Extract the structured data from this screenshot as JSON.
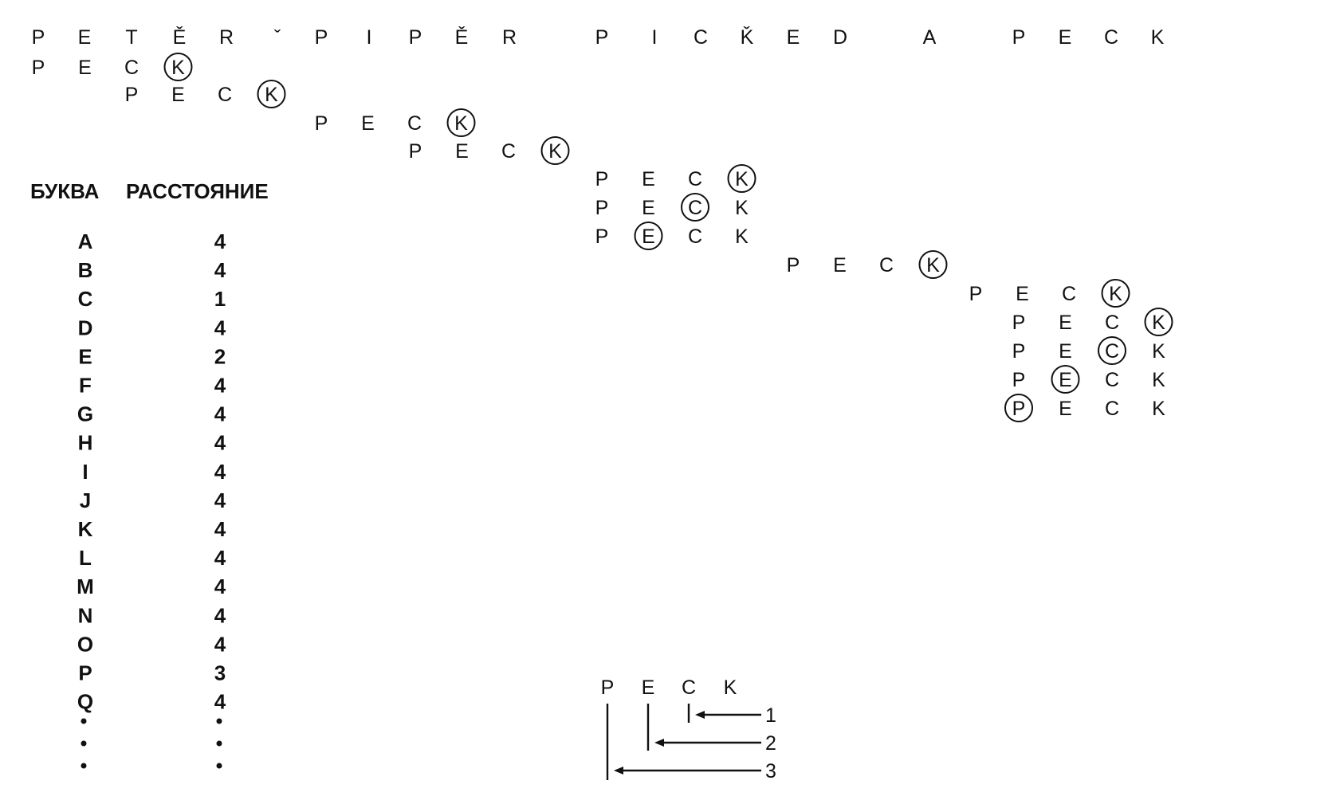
{
  "header": {
    "text_letters": [
      "P",
      "E",
      "T",
      "Ě",
      "R",
      "ˇ",
      "P",
      "I",
      "P",
      "Ě",
      "R",
      "P",
      "I",
      "C",
      "Ǩ",
      "E",
      "D",
      "A",
      "P",
      "E",
      "C",
      "K"
    ],
    "pattern_letters": [
      "P",
      "E",
      "C",
      "K"
    ]
  },
  "alignment_steps": [
    {
      "circled": 3
    },
    {
      "circled": 3
    },
    {
      "circled": 3
    },
    {
      "circled": 3
    },
    {
      "circled": 3
    },
    {
      "circled": 2
    },
    {
      "circled": 1
    },
    {
      "circled": 3
    },
    {
      "circled": 3
    },
    {
      "circled": 3
    },
    {
      "circled": 2
    },
    {
      "circled": 1
    },
    {
      "circled": 0
    }
  ],
  "distance_table": {
    "header_letter": "БУКВА",
    "header_distance": "РАССТОЯНИЕ",
    "rows": [
      {
        "letter": "A",
        "distance": "4"
      },
      {
        "letter": "B",
        "distance": "4"
      },
      {
        "letter": "C",
        "distance": "1"
      },
      {
        "letter": "D",
        "distance": "4"
      },
      {
        "letter": "E",
        "distance": "2"
      },
      {
        "letter": "F",
        "distance": "4"
      },
      {
        "letter": "G",
        "distance": "4"
      },
      {
        "letter": "H",
        "distance": "4"
      },
      {
        "letter": "I",
        "distance": "4"
      },
      {
        "letter": "J",
        "distance": "4"
      },
      {
        "letter": "K",
        "distance": "4"
      },
      {
        "letter": "L",
        "distance": "4"
      },
      {
        "letter": "M",
        "distance": "4"
      },
      {
        "letter": "N",
        "distance": "4"
      },
      {
        "letter": "O",
        "distance": "4"
      },
      {
        "letter": "P",
        "distance": "3"
      },
      {
        "letter": "Q",
        "distance": "4"
      }
    ]
  },
  "distance_diagram": {
    "word_letters": [
      "P",
      "E",
      "C",
      "K"
    ],
    "arrow_labels": [
      "1",
      "2",
      "3"
    ]
  }
}
